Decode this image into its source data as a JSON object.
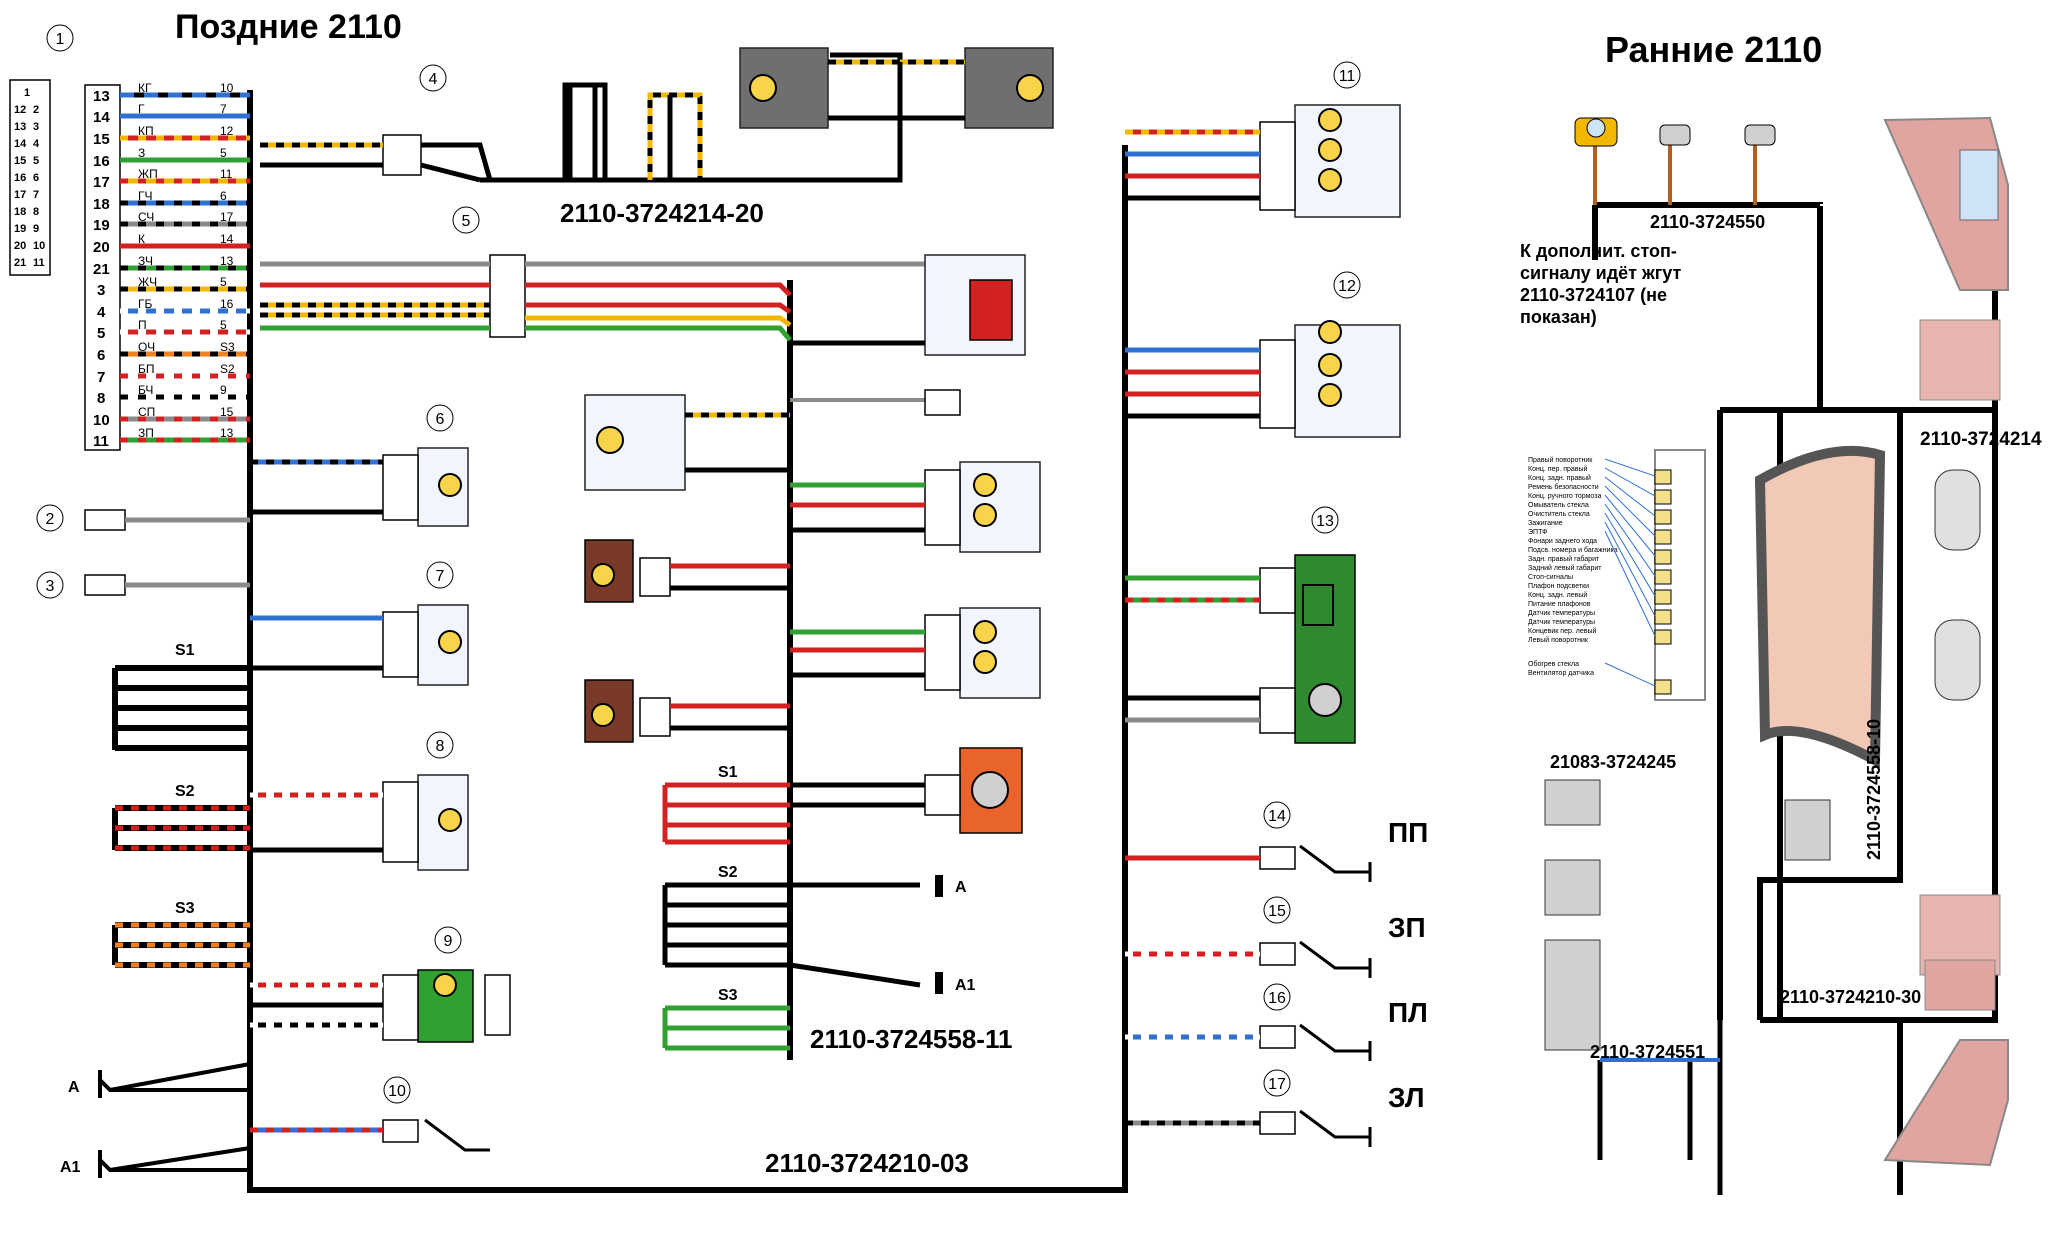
{
  "titles": {
    "late": "Поздние 2110",
    "early": "Ранние 2110"
  },
  "harness_codes": {
    "top": "2110-3724214-20",
    "middle": "2110-3724558-11",
    "bottom": "2110-3724210-03",
    "early_a": "2110-3724550",
    "early_b": "2110-3724214",
    "early_c": "2110-3724558-10",
    "early_d": "21083-3724245",
    "early_e": "2110-3724551",
    "early_f": "2110-3724210-30"
  },
  "note": "К дополнит. стоп-сигналу идёт жгут 2110-3724107 (не показан)",
  "component_numbers": [
    "1",
    "2",
    "3",
    "4",
    "5",
    "6",
    "7",
    "8",
    "9",
    "10",
    "11",
    "12",
    "13",
    "14",
    "15",
    "16",
    "17"
  ],
  "connector_left": {
    "pins": [
      {
        "pin": "13",
        "wire": "КГ",
        "to": "10"
      },
      {
        "pin": "14",
        "wire": "Г",
        "to": "7"
      },
      {
        "pin": "15",
        "wire": "КП",
        "to": "12"
      },
      {
        "pin": "16",
        "wire": "З",
        "to": "5"
      },
      {
        "pin": "17",
        "wire": "ЖП",
        "to": "11"
      },
      {
        "pin": "18",
        "wire": "ГЧ",
        "to": "6"
      },
      {
        "pin": "19",
        "wire": "СЧ",
        "to": "17"
      },
      {
        "pin": "20",
        "wire": "К",
        "to": "14"
      },
      {
        "pin": "21",
        "wire": "ЗЧ",
        "to": "13"
      },
      {
        "pin": "3",
        "wire": "ЖЧ",
        "to": "5"
      },
      {
        "pin": "4",
        "wire": "ГБ",
        "to": "16"
      },
      {
        "pin": "5",
        "wire": "П",
        "to": "5"
      },
      {
        "pin": "6",
        "wire": "ОЧ",
        "to": "S3"
      },
      {
        "pin": "7",
        "wire": "БП",
        "to": "S2"
      },
      {
        "pin": "8",
        "wire": "БЧ",
        "to": "9"
      },
      {
        "pin": "10",
        "wire": "СП",
        "to": "15"
      },
      {
        "pin": "11",
        "wire": "ЗП",
        "to": "13"
      }
    ],
    "grid": [
      "1",
      "12",
      "2",
      "13",
      "3",
      "14",
      "4",
      "15",
      "5",
      "16",
      "6",
      "17",
      "7",
      "18",
      "8",
      "19",
      "9",
      "20",
      "10",
      "21",
      "11"
    ]
  },
  "splices": {
    "s1": "S1",
    "s2": "S2",
    "s3": "S3"
  },
  "grounds": {
    "a": "A",
    "a1": "A1"
  },
  "switch_labels": {
    "pp": "ПП",
    "zp": "ЗП",
    "pl": "ПЛ",
    "zl": "ЗЛ"
  },
  "early_legend": [
    "Правый поворотник",
    "Конц. пер. правый",
    "Конц. задн. правый",
    "Ремень безопасности",
    "Конц. ручного тормоза",
    "Омыватель стекла",
    "Очиститель стекла",
    "Зажигание",
    "ЭПТФ",
    "Фонари заднего хода",
    "Подсв. номера и багажника",
    "Задн. правый габарит",
    "Задний левый габарит",
    "Стоп-сигналы",
    "Плафон подсветки",
    "Конц. задн. левый",
    "Питание плафонов",
    "Датчик температуры",
    "Датчик температуры",
    "Концевик пер. левый",
    "Левый поворотник",
    "",
    "Обогрев стекла",
    "Вентилятор датчика"
  ],
  "colors": {
    "black": "#000000",
    "red": "#d42020",
    "yellow": "#f2b800",
    "blue": "#3070d0",
    "green": "#30a030",
    "grey": "#8a8a8a",
    "light_blue_box": "#cfe3f7",
    "brown_box": "#7a3a2a",
    "green_box": "#2f8a2f",
    "orange_box": "#e8642a",
    "lamp": "#f7d44a"
  }
}
